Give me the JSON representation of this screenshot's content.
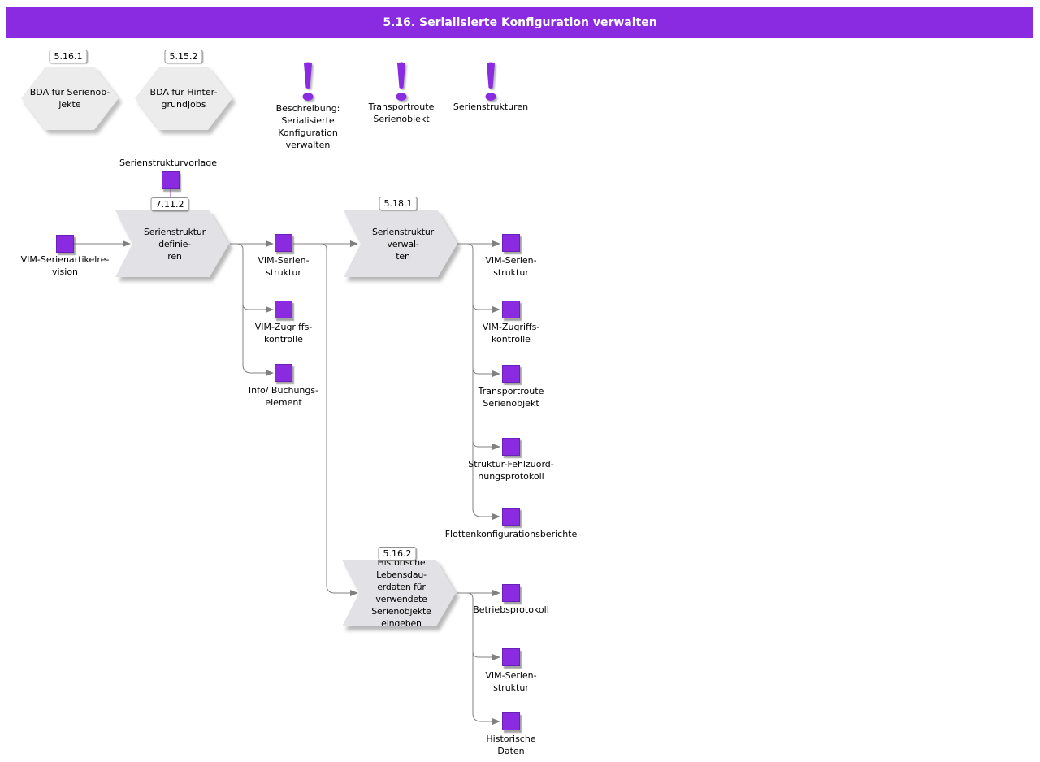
{
  "title": "5.16. Serialisierte Konfiguration verwalten",
  "colors": {
    "accent": "#8A2BE2",
    "process_fill": "#E2E2E6",
    "hexagon_fill": "#ECECEC",
    "connector": "#808080"
  },
  "hexagons": [
    {
      "badge": "5.16.1",
      "label": "BDA für Serienob-\njekte"
    },
    {
      "badge": "5.15.2",
      "label": "BDA für Hinter-\ngrundjobs"
    }
  ],
  "annotations": [
    {
      "label": "Beschreibung:\nSerialisierte\nKonfiguration\nverwalten"
    },
    {
      "label": "Transportroute\nSerienobjekt"
    },
    {
      "label": "Serienstrukturen"
    }
  ],
  "processes": [
    {
      "badge": "7.11.2",
      "label": "Serienstruktur definie-\nren"
    },
    {
      "badge": "5.18.1",
      "label": "Serienstruktur verwal-\nten"
    },
    {
      "badge": "5.16.2",
      "label": "Historische Lebensdau-\nerdaten für verwendete\nSerienobjekte eingeben"
    }
  ],
  "data_objects": [
    {
      "label": "Serienstrukturvorlage"
    },
    {
      "label": "VIM-Serienartikelre-\nvision"
    },
    {
      "label": "VIM-Serien-\nstruktur"
    },
    {
      "label": "VIM-Zugriffs-\nkontrolle"
    },
    {
      "label": "Info/ Buchungs-\nelement"
    },
    {
      "label": "VIM-Serien-\nstruktur"
    },
    {
      "label": "VIM-Zugriffs-\nkontrolle"
    },
    {
      "label": "Transportroute\nSerienobjekt"
    },
    {
      "label": "Struktur-Fehlzuord-\nnungsprotokoll"
    },
    {
      "label": "Flottenkonfigurationsberichte"
    },
    {
      "label": "Betriebsprotokoll"
    },
    {
      "label": "VIM-Serien-\nstruktur"
    },
    {
      "label": "Historische\nDaten"
    }
  ]
}
